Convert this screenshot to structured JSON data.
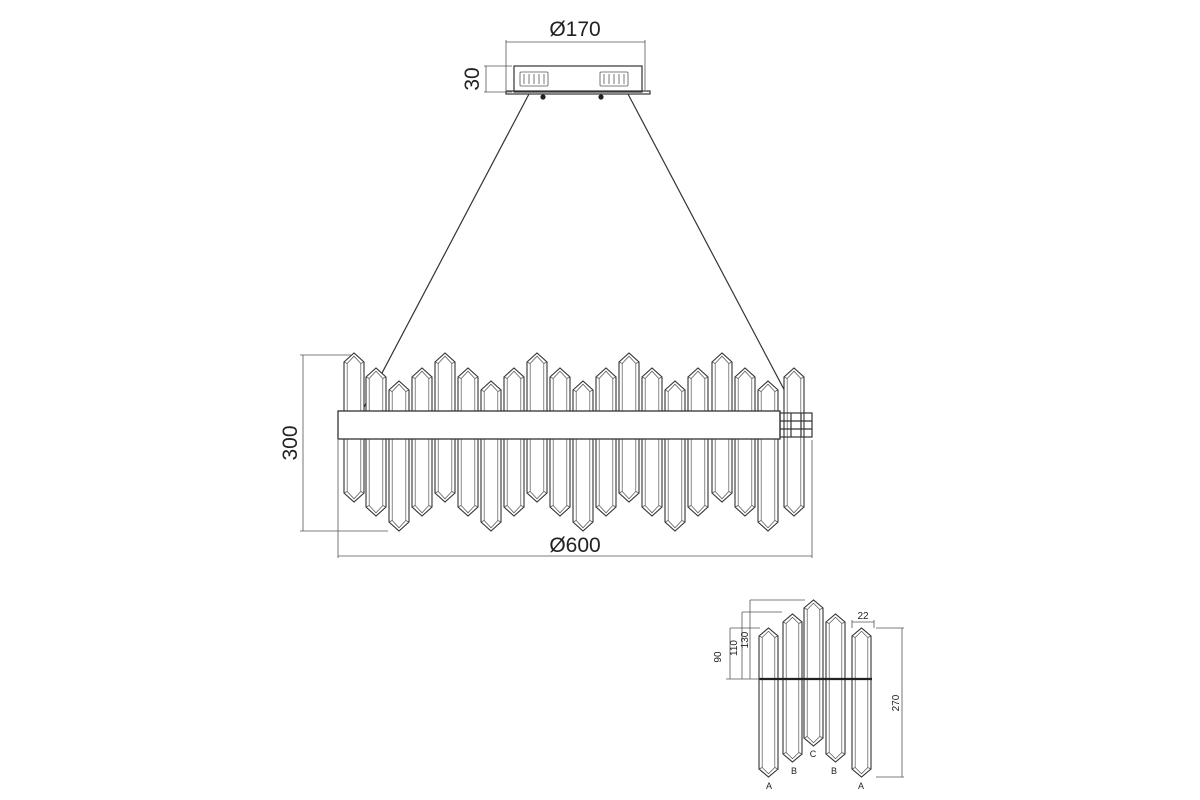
{
  "main_view": {
    "canopy_diameter": "Ø170",
    "canopy_height": "30",
    "fixture_height": "300",
    "fixture_diameter": "Ø600"
  },
  "detail_view": {
    "crystal_width": "22",
    "heights": [
      "90",
      "110",
      "130"
    ],
    "total_length": "270",
    "crystal_labels": [
      "A",
      "B",
      "C",
      "B",
      "A"
    ]
  },
  "colors": {
    "line": "#333333",
    "background": "#ffffff"
  }
}
